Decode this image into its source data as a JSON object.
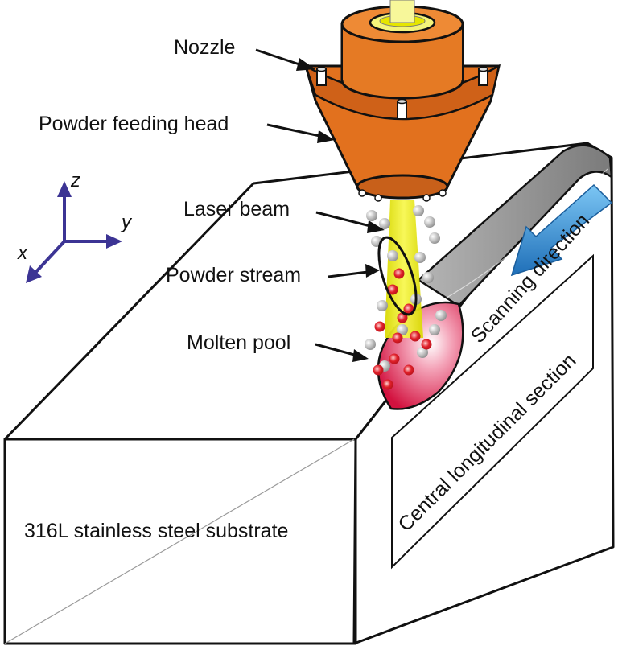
{
  "labels": {
    "nozzle": "Nozzle",
    "powder_feeding_head": "Powder feeding head",
    "laser_beam": "Laser beam",
    "powder_stream": "Powder stream",
    "molten_pool": "Molten pool",
    "scanning_direction": "Scanning direction",
    "central_section": "Central longitudinal section",
    "substrate": "316L stainless steel substrate"
  },
  "axes": {
    "x": "x",
    "y": "y",
    "z": "z"
  },
  "colors": {
    "head_orange": "#e2711e",
    "head_dark": "#a84d10",
    "laser_yellow": "#f0f020",
    "molten_red": "#d3123f",
    "powder_particle_red": "#e0202a",
    "powder_particle_gray": "#b9b9b9",
    "axis_purple": "#3c3494",
    "arrow_blue": "#2e8fd6",
    "substrate_gray": "#e4e3e0"
  }
}
